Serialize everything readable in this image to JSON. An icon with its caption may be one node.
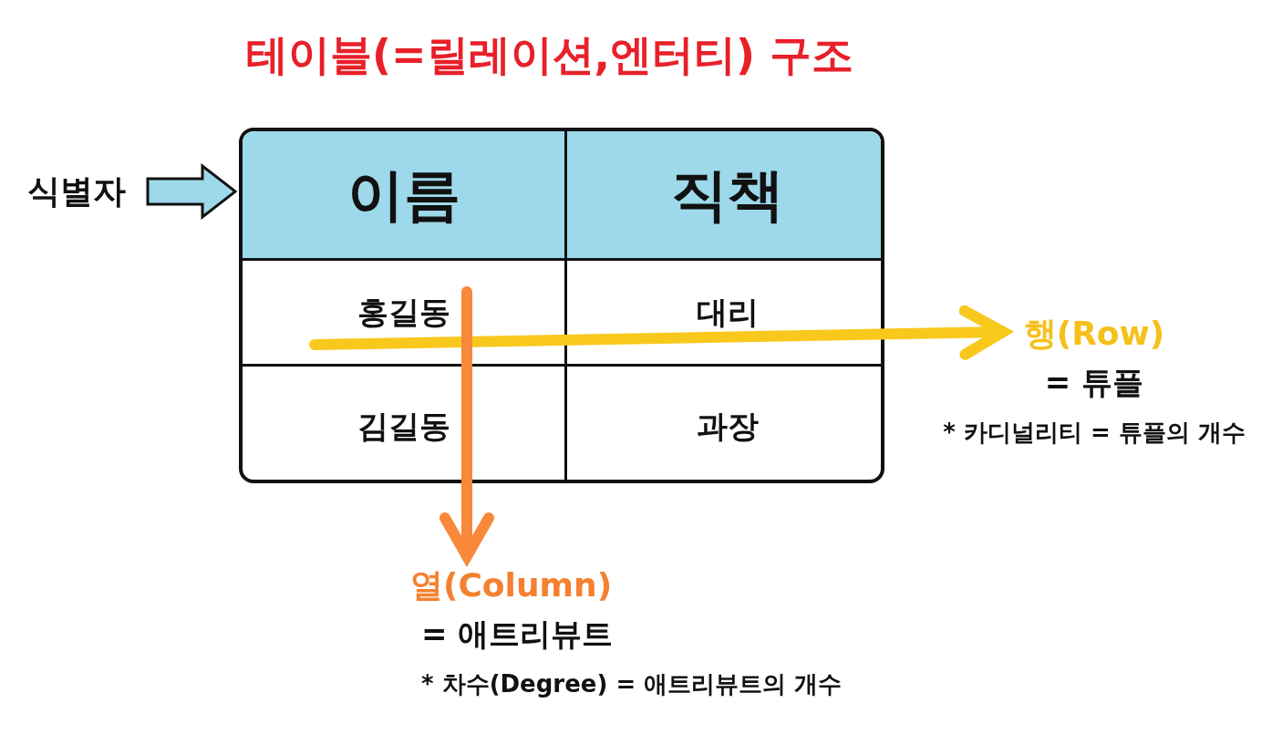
{
  "diagram": {
    "title": "테이블(=릴레이션,엔터티) 구조",
    "nodes": [
      {
        "text": [
          "식별자"
        ]
      },
      {
        "text": [],
        "shape": "box"
      },
      {
        "text": [
          "행(Row)",
          "= 튜플",
          "* 카디널리티 = 튜플의 개수"
        ]
      },
      {
        "text": [
          "열(Column)",
          "= 애트리뷰트",
          "* 차수(Degree) = 애트리뷰트의 개수"
        ]
      }
    ],
    "edges": [
      {
        "from": 0,
        "to": 1,
        "arrow": "to"
      },
      {
        "from": 1,
        "to": 2,
        "arrow": "to",
        "color": "#f8c81c"
      },
      {
        "from": 1,
        "to": 3,
        "arrow": "to",
        "color": "#f8883a"
      }
    ],
    "labels": [
      "이름",
      "직책",
      "홍길동",
      "대리",
      "김길동",
      "과장"
    ]
  }
}
